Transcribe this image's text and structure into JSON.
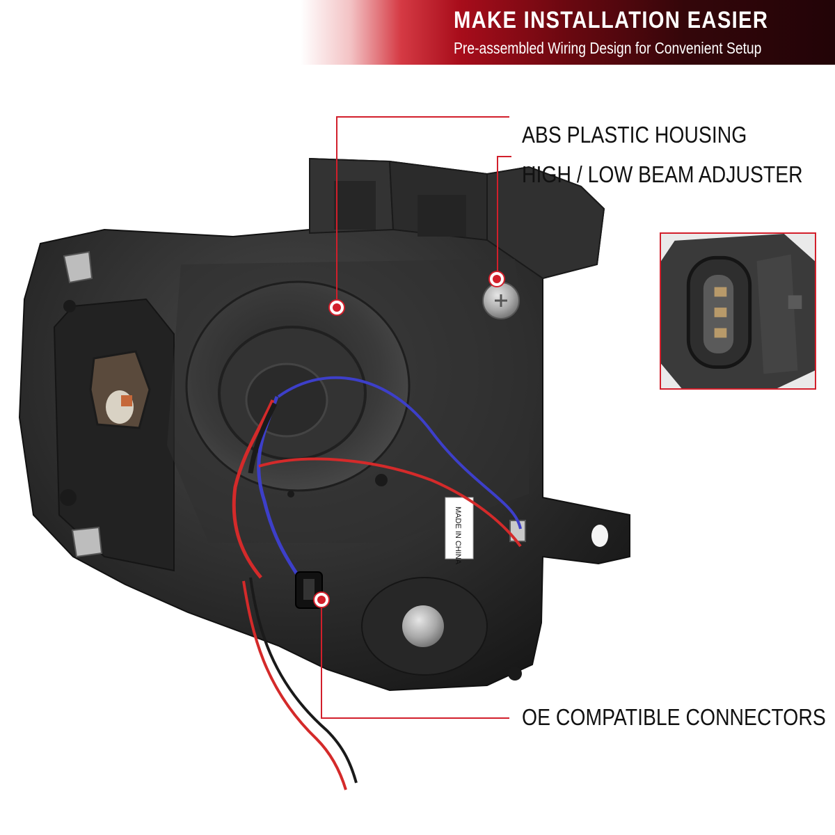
{
  "banner": {
    "title": "MAKE INSTALLATION EASIER",
    "subtitle": "Pre-assembled Wiring Design for Convenient Setup"
  },
  "callouts": [
    {
      "label": "ABS PLASTIC HOUSING"
    },
    {
      "label": "HIGH / LOW BEAM ADJUSTER"
    },
    {
      "label": "OE COMPATIBLE CONNECTORS"
    }
  ],
  "sticker": {
    "text": "MADE IN CHINA"
  },
  "colors": {
    "accent": "#d21f2b",
    "housing": "#2a2a2a",
    "wire_red": "#d42a2a",
    "wire_blue": "#3d3fc9"
  }
}
